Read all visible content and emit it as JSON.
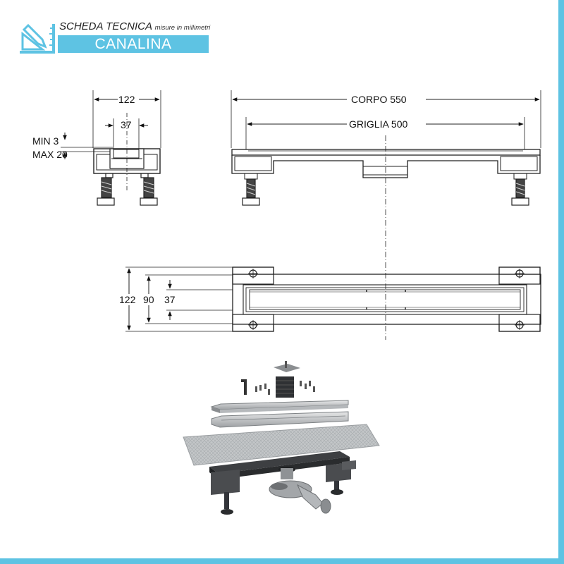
{
  "header": {
    "title": "SCHEDA TECNICA",
    "subtitle": "misure in millimetri",
    "product": "CANALINA",
    "logo_icon": "ruler-pencil-icon"
  },
  "colors": {
    "accent": "#5ec3e3",
    "line": "#222222",
    "render_dark": "#3d3f42",
    "render_steel": "#c9cbcd"
  },
  "section_view": {
    "width_label": "122",
    "inner_width_label": "37",
    "min_label": "MIN 3",
    "max_label": "MAX 20"
  },
  "front_view": {
    "body_label": "CORPO 550",
    "grate_label": "GRIGLIA 500"
  },
  "top_view": {
    "width_label": "122",
    "middle_label": "90",
    "inner_label": "37"
  },
  "exploded_view": {
    "parts": [
      "grate",
      "frame",
      "waterproof-membrane",
      "channel-body",
      "siphon",
      "adjustable-feet",
      "fixing-screws"
    ]
  }
}
